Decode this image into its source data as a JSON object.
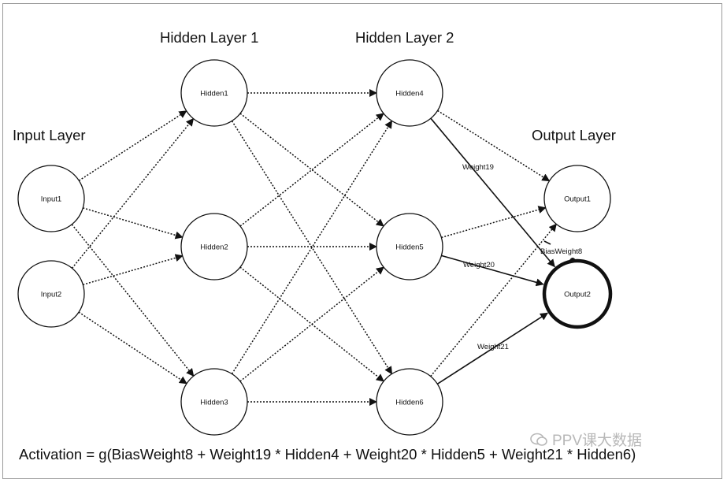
{
  "layers": [
    {
      "title": "Input Layer",
      "nodes": [
        "Input1",
        "Input2"
      ]
    },
    {
      "title": "Hidden Layer 1",
      "nodes": [
        "Hidden1",
        "Hidden2",
        "Hidden3"
      ]
    },
    {
      "title": "Hidden Layer 2",
      "nodes": [
        "Hidden4",
        "Hidden5",
        "Hidden6"
      ]
    },
    {
      "title": "Output Layer",
      "nodes": [
        "Output1",
        "Output2"
      ]
    }
  ],
  "highlighted_node": "Output2",
  "weights": [
    {
      "label": "Weight19",
      "from": "Hidden4",
      "to": "Output2"
    },
    {
      "label": "Weight20",
      "from": "Hidden5",
      "to": "Output2"
    },
    {
      "label": "Weight21",
      "from": "Hidden6",
      "to": "Output2"
    }
  ],
  "bias_label": "BiasWeight8",
  "formula": "Activation = g(BiasWeight8 + Weight19 * Hidden4 + Weight20 * Hidden5 + Weight21 * Hidden6)",
  "watermark": "PPV课大数据",
  "colors": {
    "line": "#111111",
    "watermark": "#b8b8b8"
  }
}
